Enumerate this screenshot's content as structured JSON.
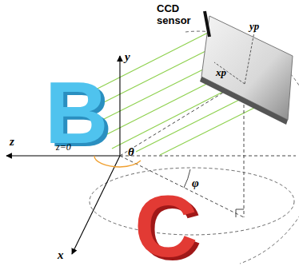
{
  "diagram": {
    "labels": [
      "CCD sensor",
      "yp",
      "y",
      "xp",
      "B",
      "z=0",
      "z",
      "θ",
      "C",
      "φ",
      "x"
    ]
  }
}
